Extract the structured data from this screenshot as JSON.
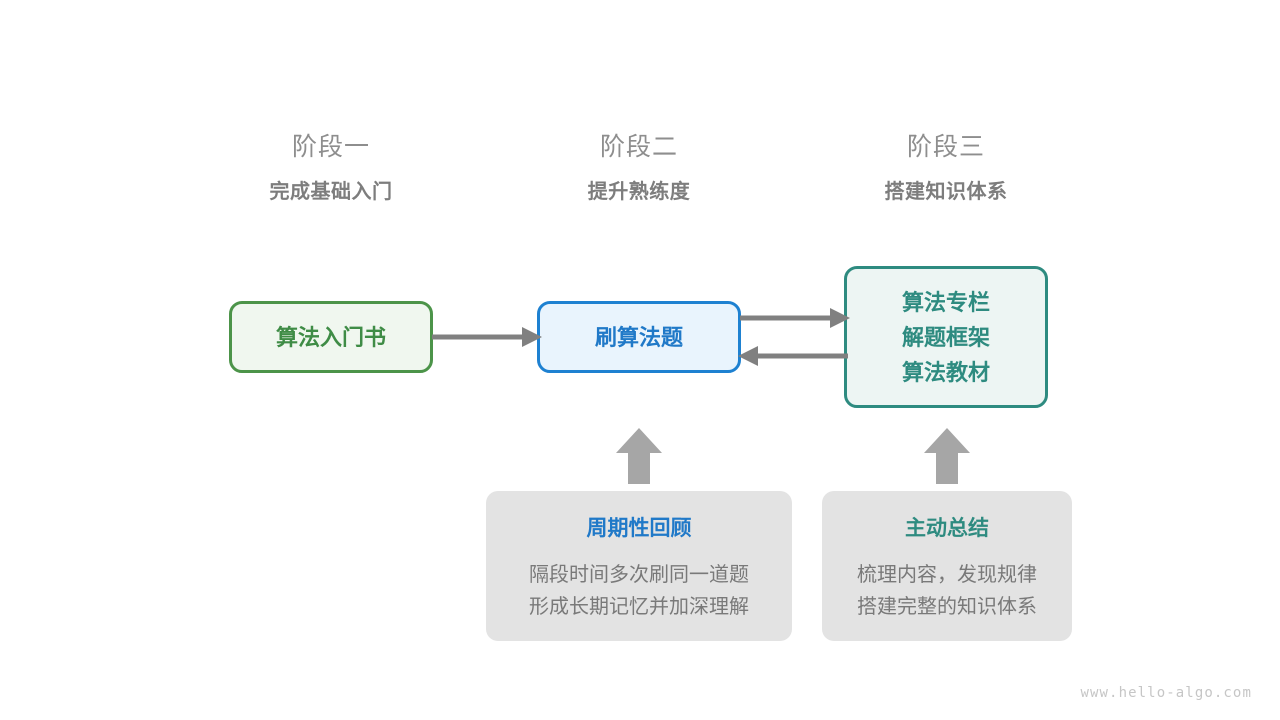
{
  "stages": [
    {
      "index": "阶段一",
      "title": "完成基础入门"
    },
    {
      "index": "阶段二",
      "title": "提升熟练度"
    },
    {
      "index": "阶段三",
      "title": "搭建知识体系"
    }
  ],
  "nodes": {
    "book": {
      "lines": [
        "算法入门书"
      ],
      "border_color": "#4c9449",
      "fill_color": "#f0f7ef",
      "text_color": "#3f8c46"
    },
    "practice": {
      "lines": [
        "刷算法题"
      ],
      "border_color": "#1e81d1",
      "fill_color": "#e9f4fd",
      "text_color": "#2079c8"
    },
    "knowledge": {
      "lines": [
        "算法专栏",
        "解题框架",
        "算法教材"
      ],
      "border_color": "#2e8b80",
      "fill_color": "#edf5f3",
      "text_color": "#2e8b80"
    }
  },
  "cards": {
    "review": {
      "title": "周期性回顾",
      "title_color": "#2079c8",
      "body_lines": [
        "隔段时间多次刷同一道题",
        "形成长期记忆并加深理解"
      ]
    },
    "summary": {
      "title": "主动总结",
      "title_color": "#2e8b80",
      "body_lines": [
        "梳理内容，发现规律",
        "搭建完整的知识体系"
      ]
    }
  },
  "connectors": {
    "arrow_color": "#808080",
    "book_to_practice": "arrow-right-icon",
    "practice_to_knowledge": "arrow-right-icon",
    "knowledge_to_practice": "arrow-left-icon",
    "review_to_practice": "arrow-up-icon",
    "summary_to_knowledge": "arrow-up-icon"
  },
  "watermark": "www.hello-algo.com"
}
